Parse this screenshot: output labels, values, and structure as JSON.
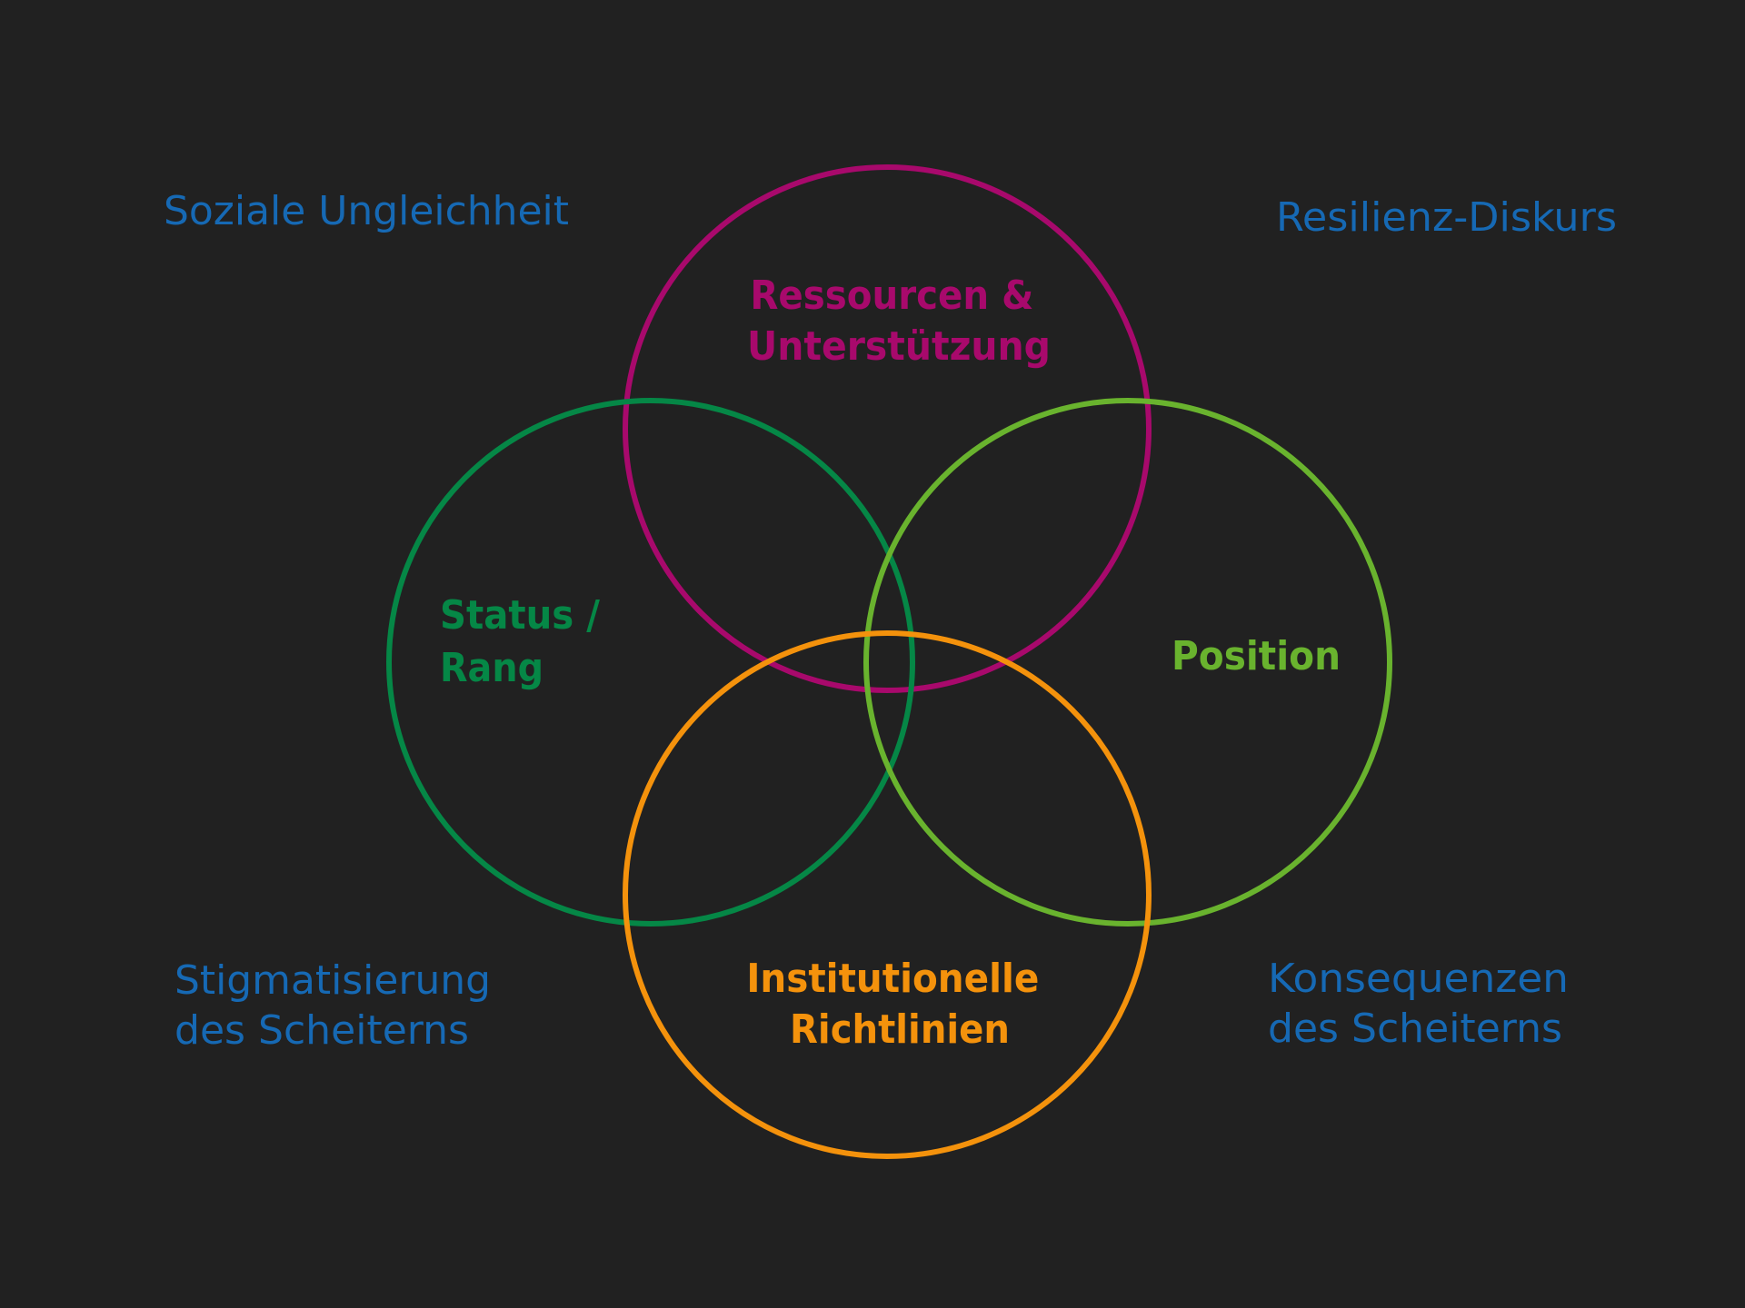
{
  "colors": {
    "background": "#212121",
    "corner_text": "#1669b4",
    "magenta": "#a8096c",
    "dark_green": "#058746",
    "light_green": "#69b32e",
    "orange": "#f4920c"
  },
  "corners": {
    "top_left": "Soziale Ungleichheit",
    "top_right": "Resilienz-Diskurs",
    "bottom_left": [
      "Stigmatisierung",
      "des Scheiterns"
    ],
    "bottom_right": [
      "Konsequenzen",
      "des Scheiterns"
    ]
  },
  "circles": {
    "top": [
      "Ressourcen &",
      "Unterstützung"
    ],
    "left": [
      "Status /",
      "Rang"
    ],
    "right": [
      "Position"
    ],
    "bottom": [
      "Institutionelle",
      "Richtlinien"
    ]
  }
}
